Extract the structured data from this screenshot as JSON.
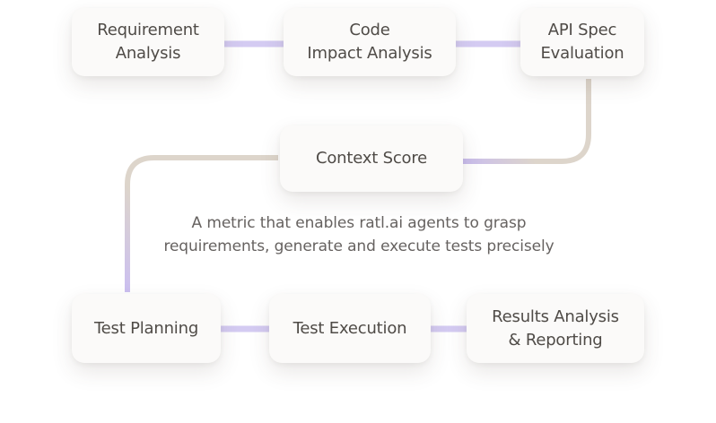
{
  "diagram": {
    "nodes": {
      "requirement_analysis": "Requirement\nAnalysis",
      "code_impact_analysis": "Code\nImpact Analysis",
      "api_spec_evaluation": "API Spec\nEvaluation",
      "context_score": "Context Score",
      "test_planning": "Test Planning",
      "test_execution": "Test Execution",
      "results_analysis_reporting": "Results Analysis\n& Reporting"
    },
    "caption": "A metric that enables ratl.ai agents to grasp\nrequirements, generate and execute tests precisely"
  },
  "colors": {
    "accent_lavender": "#d4cbf2",
    "accent_lavender_strong": "#c6baee",
    "connector_beige": "#ddd5cb",
    "node_background": "#fbfaf9",
    "text": "#4f4b47",
    "caption_text": "#666260"
  }
}
